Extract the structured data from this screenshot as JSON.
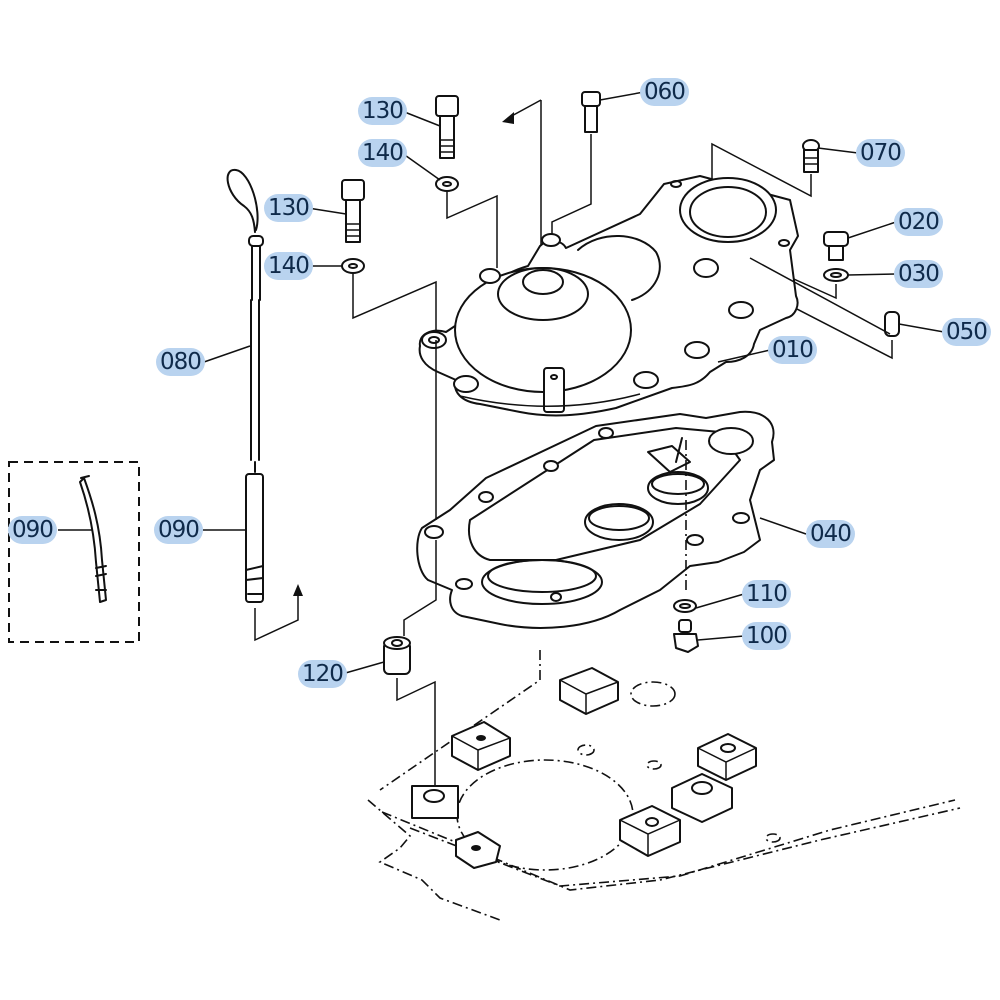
{
  "diagram": {
    "title": "Gear case / oil dipstick exploded parts diagram",
    "highlight_color": "#b9d3ef",
    "text_color": "#0f2a4a",
    "line_color": "#111111",
    "callouts": [
      {
        "id": "c130a",
        "label": "130",
        "part": "bolt"
      },
      {
        "id": "c140a",
        "label": "140",
        "part": "washer"
      },
      {
        "id": "c060",
        "label": "060",
        "part": "bolt"
      },
      {
        "id": "c070",
        "label": "070",
        "part": "bolt"
      },
      {
        "id": "c130b",
        "label": "130",
        "part": "bolt"
      },
      {
        "id": "c140b",
        "label": "140",
        "part": "washer"
      },
      {
        "id": "c020",
        "label": "020",
        "part": "plug"
      },
      {
        "id": "c030",
        "label": "030",
        "part": "gasket"
      },
      {
        "id": "c050",
        "label": "050",
        "part": "pin"
      },
      {
        "id": "c010",
        "label": "010",
        "part": "gear case cover"
      },
      {
        "id": "c080",
        "label": "080",
        "part": "dipstick"
      },
      {
        "id": "c090a",
        "label": "090",
        "part": "dipstick guide (alternate)"
      },
      {
        "id": "c090b",
        "label": "090",
        "part": "dipstick guide"
      },
      {
        "id": "c040",
        "label": "040",
        "part": "gear case"
      },
      {
        "id": "c110",
        "label": "110",
        "part": "washer"
      },
      {
        "id": "c100",
        "label": "100",
        "part": "drain plug"
      },
      {
        "id": "c120",
        "label": "120",
        "part": "collar"
      }
    ]
  }
}
